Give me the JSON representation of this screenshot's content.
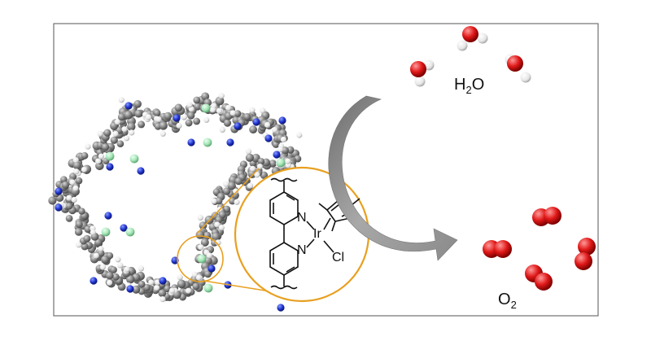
{
  "labels": {
    "water_base": "H",
    "water_sub": "2",
    "water_tail": "O",
    "oxygen_base": "O",
    "oxygen_sub": "2"
  },
  "complex": {
    "n_top": "N",
    "n_bottom": "N",
    "metal": "Ir",
    "ligand": "Cl"
  },
  "colors": {
    "frame_border": "#555555",
    "framework_carbon": "#7f7f7f",
    "framework_hydrogen": "#f2f2f2",
    "framework_nitrogen": "#1f33cc",
    "framework_highlight": "#a6e6b8",
    "zoom_circle": "#e8a020",
    "arrow": "#8c8c8c",
    "oxygen_atom": "#e01818",
    "hydrogen_atom": "#f4f4f4"
  }
}
